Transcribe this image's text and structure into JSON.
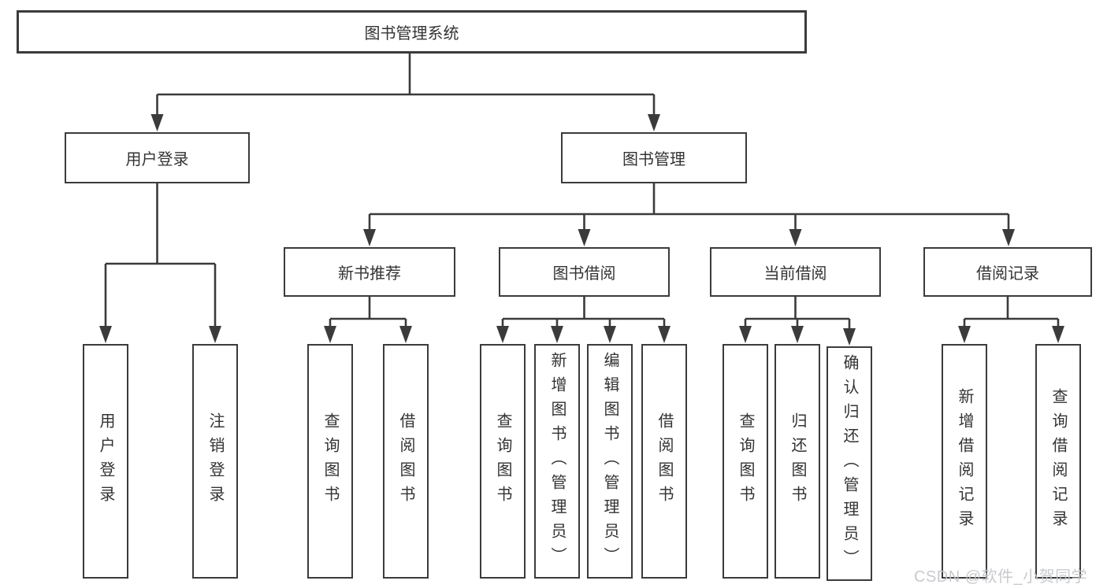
{
  "diagram_title": "图书管理系统",
  "tree": {
    "label": "图书管理系统",
    "children": [
      {
        "label": "用户登录",
        "children": [
          {
            "label": "用户登录"
          },
          {
            "label": "注销登录"
          }
        ]
      },
      {
        "label": "图书管理",
        "children": [
          {
            "label": "新书推荐",
            "children": [
              {
                "label": "查询图书"
              },
              {
                "label": "借阅图书"
              }
            ]
          },
          {
            "label": "图书借阅",
            "children": [
              {
                "label": "查询图书"
              },
              {
                "label": "新增图书（管理员）"
              },
              {
                "label": "编辑图书（管理员）"
              },
              {
                "label": "借阅图书"
              }
            ]
          },
          {
            "label": "当前借阅",
            "children": [
              {
                "label": "查询图书"
              },
              {
                "label": "归还图书"
              },
              {
                "label": "确认归还（管理员）"
              }
            ]
          },
          {
            "label": "借阅记录",
            "children": [
              {
                "label": "新增借阅记录"
              },
              {
                "label": "查询借阅记录"
              }
            ]
          }
        ]
      }
    ]
  },
  "watermark": {
    "text": "CSDN @软件_小贺同学"
  },
  "colors": {
    "line": "#3b3b3b",
    "text": "#333333",
    "background": "#ffffff",
    "watermark": "#c3c5c9"
  }
}
